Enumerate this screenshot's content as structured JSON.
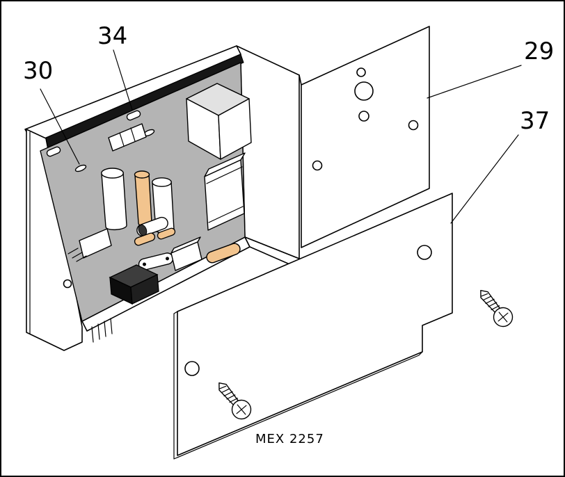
{
  "diagram": {
    "caption": "MEX 2257",
    "callouts": [
      {
        "id": "30",
        "part": "circuit-board"
      },
      {
        "id": "34",
        "part": "retaining-clip"
      },
      {
        "id": "29",
        "part": "rear-mounting-panel"
      },
      {
        "id": "37",
        "part": "cover-plate"
      }
    ],
    "colors": {
      "line": "#000000",
      "background": "#ffffff",
      "board": "#b4b4b4",
      "board_edge_shadow": "#161616",
      "component_tan": "#f2c48e",
      "transformer_top": "#e2e2e2"
    }
  }
}
